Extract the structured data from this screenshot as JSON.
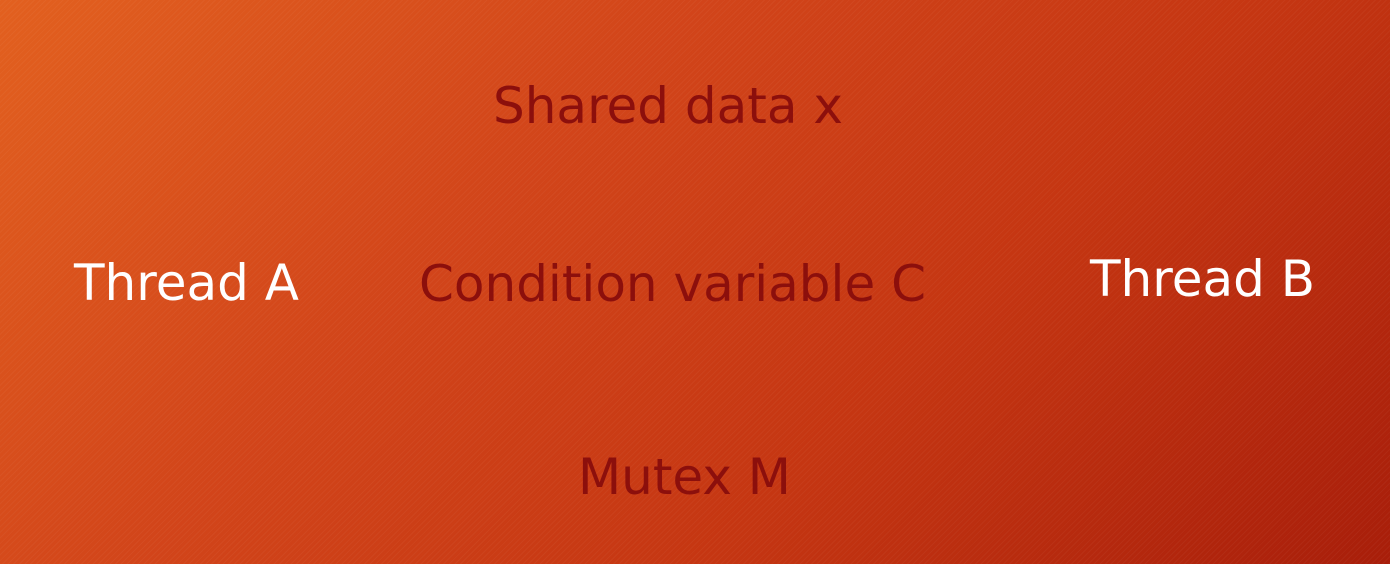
{
  "diagram": {
    "shared_data": "Shared data x",
    "condition_variable": "Condition variable C",
    "mutex": "Mutex M",
    "thread_a": "Thread A",
    "thread_b": "Thread B"
  },
  "colors": {
    "background_start": "#e2601f",
    "background_end": "#a81e0a",
    "concept_text": "#8c0f0c",
    "thread_text": "#ffffff"
  }
}
